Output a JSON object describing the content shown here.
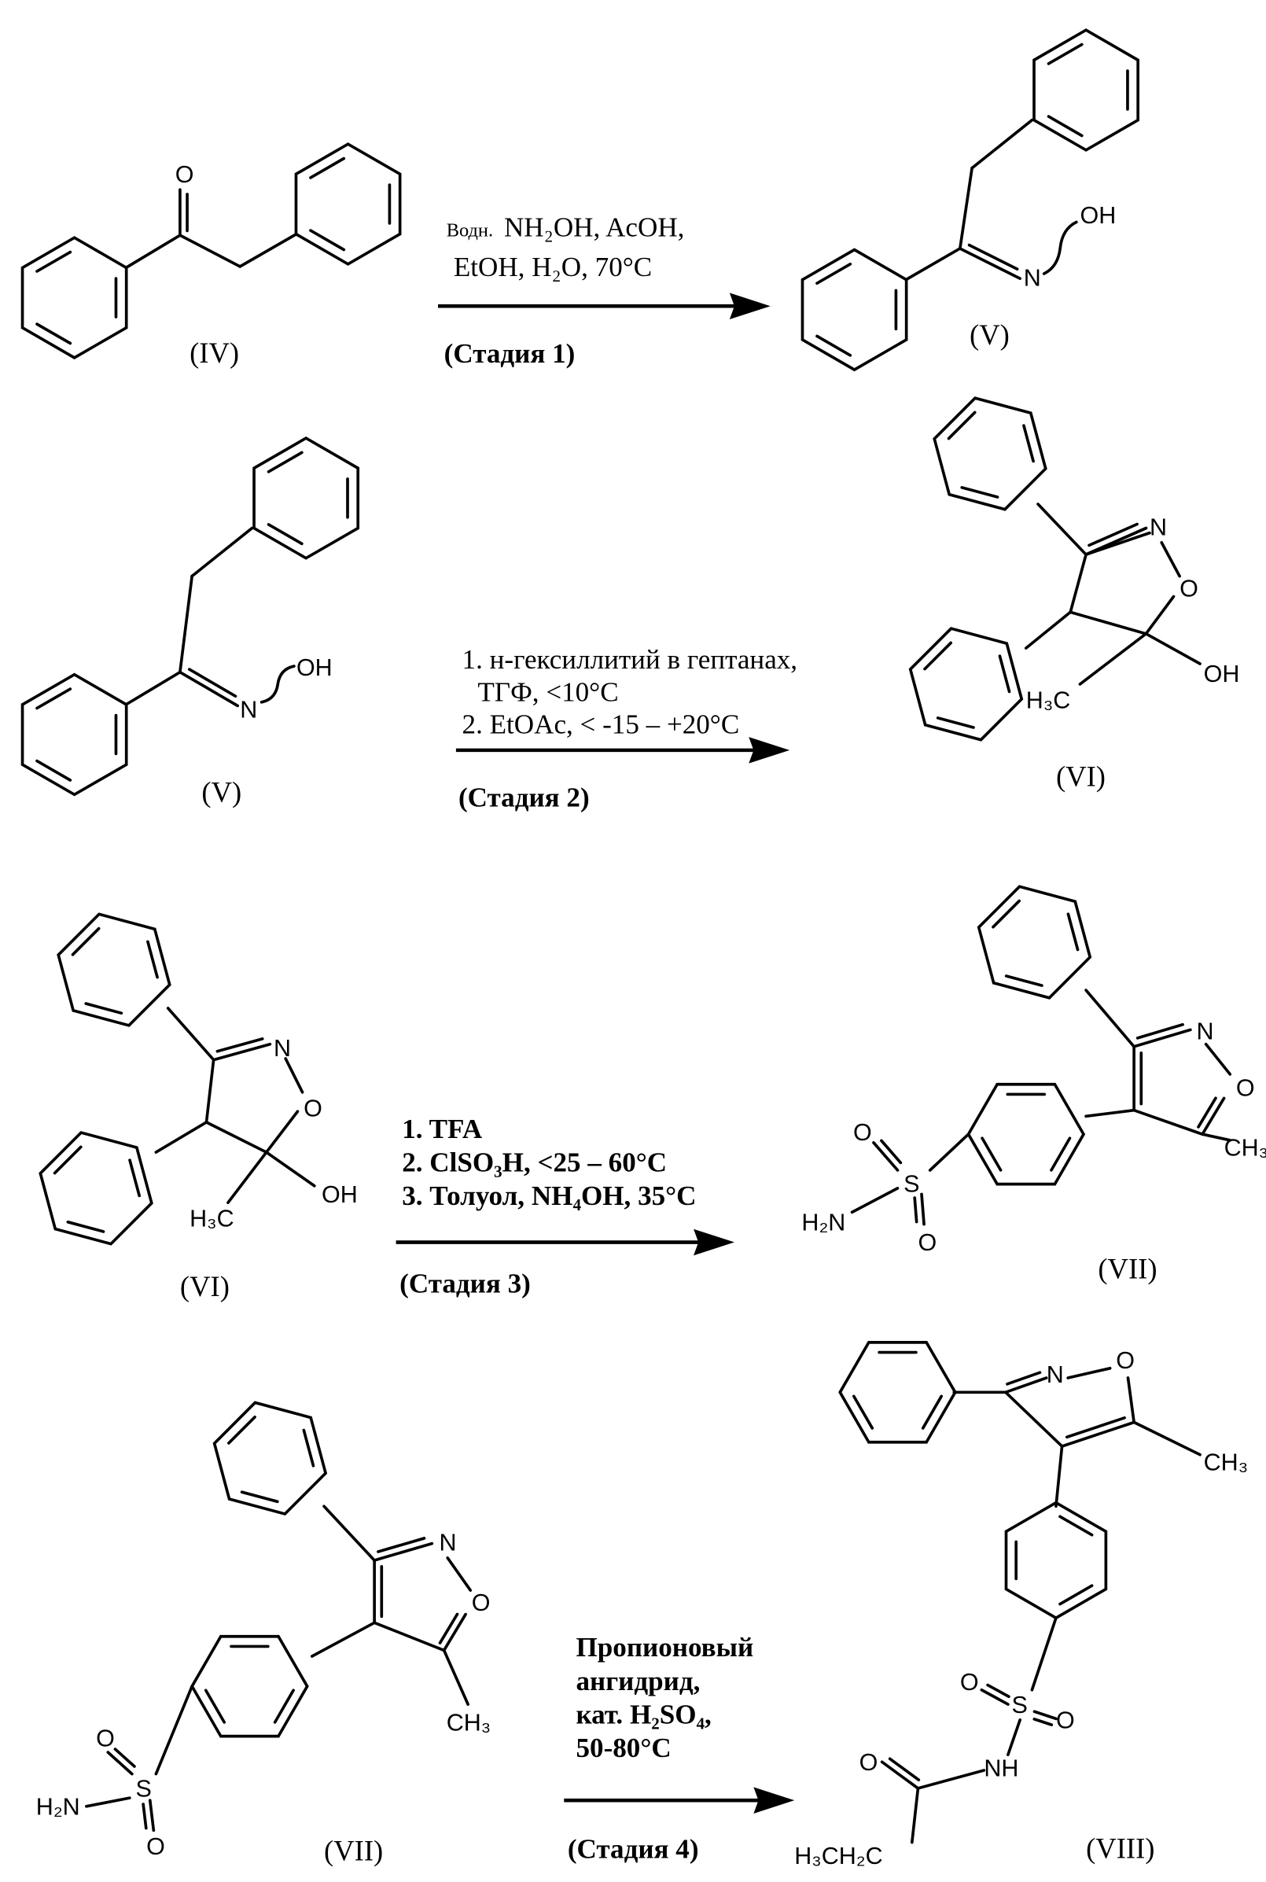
{
  "compounds": {
    "IV": "(IV)",
    "V": "(V)",
    "VI": "(VI)",
    "VII": "(VII)",
    "VIII": "(VIII)"
  },
  "atoms": {
    "O": "O",
    "N": "N",
    "OH": "OH",
    "H3C": "H₃C",
    "CH3": "CH₃",
    "S": "S",
    "H2N": "H₂N",
    "NH": "NH",
    "H3CH2C": "H₃CH₂C"
  },
  "step1": {
    "prefix": "Водн.",
    "line1": "NH₂OH, AcOH,",
    "line2": "EtOH, H₂O, 70°C",
    "stage": "(Стадия 1)"
  },
  "step2": {
    "line1": "1. н-гексиллитий в гептанах,",
    "line2": "ТГФ, <10°C",
    "line3": "2. EtOAc, < -15 – +20°C",
    "stage": "(Стадия 2)"
  },
  "step3": {
    "line1": "1. TFA",
    "line2": "2. ClSO₃H, <25 – 60°C",
    "line3": "3. Толуол, NH₄OH, 35°C",
    "stage": "(Стадия 3)"
  },
  "step4": {
    "line1": "Пропионовый",
    "line2": "ангидрид,",
    "line3": "кат. H₂SO₄,",
    "line4": "50-80°C",
    "stage": "(Стадия 4)"
  }
}
